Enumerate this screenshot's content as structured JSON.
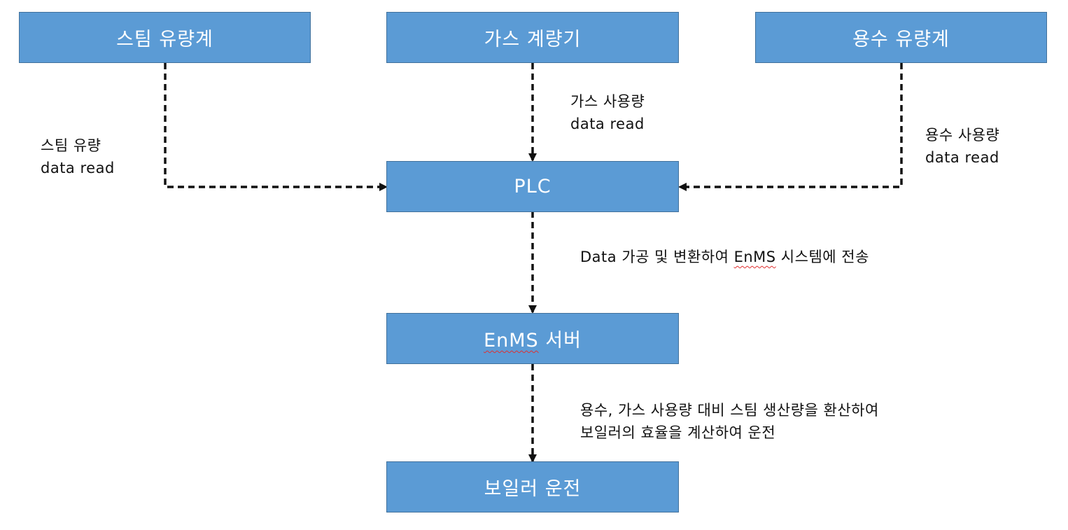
{
  "nodes": {
    "steam_meter": "스팀 유량계",
    "gas_meter": "가스 계량기",
    "water_meter": "용수 유량계",
    "plc": "PLC",
    "enms_server": {
      "enms": "EnMS",
      "rest": " 서버"
    },
    "boiler": "보일러 운전"
  },
  "edges": {
    "steam_to_plc": {
      "line1": "스팀 유량",
      "line2": "data read"
    },
    "gas_to_plc": {
      "line1": "가스 사용량",
      "line2": "data read"
    },
    "water_to_plc": {
      "line1": "용수 사용량",
      "line2": "data read"
    },
    "plc_to_enms": {
      "before": "Data 가공 및 변환하여 ",
      "enms": "EnMS",
      "after": " 시스템에 전송"
    },
    "enms_to_boiler": {
      "line1": "용수, 가스 사용량 대비 스팀 생산량을 환산하여",
      "line2": "보일러의 효율을 계산하여 운전"
    }
  },
  "colors": {
    "box_fill": "#5b9bd5",
    "box_border": "#41719c",
    "box_text": "#ffffff",
    "connector": "#111111",
    "spellcheck_underline": "#e03030"
  }
}
